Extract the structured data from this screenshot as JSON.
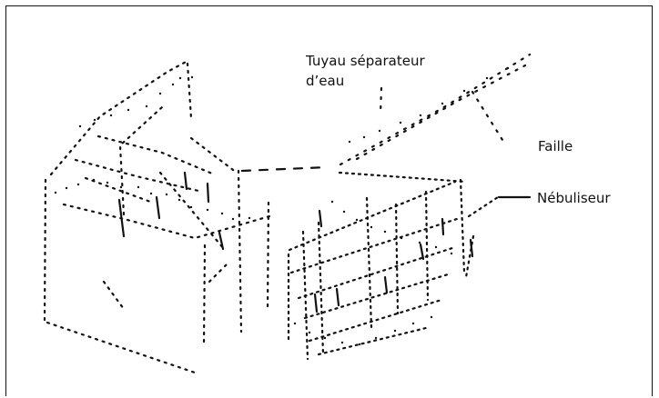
{
  "labels": {
    "water_pipe": "Tuyau séparateur d’eau",
    "fault": "Faille",
    "nebulizer": "Nébuliseur"
  },
  "colors": {
    "ink": "#111111",
    "background": "#ffffff"
  }
}
